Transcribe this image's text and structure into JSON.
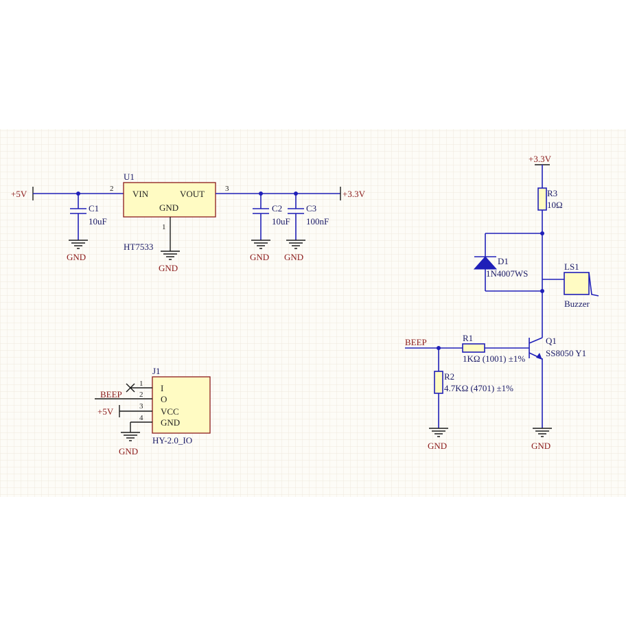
{
  "colors": {
    "wire": "#1f1fb8",
    "power_label": "#8b1a1a",
    "designator": "#1a1a66",
    "component_body": "#fffbc3",
    "grid": "#f0ebe0",
    "sheet": "#fdfcf7"
  },
  "regulator": {
    "designator": "U1",
    "part": "HT7533",
    "pin_vin": "VIN",
    "pin_vout": "VOUT",
    "pin_gnd": "GND",
    "pin_num_vin": "2",
    "pin_num_vout": "3",
    "pin_num_gnd": "1",
    "input_net": "+5V",
    "output_net": "+3.3V"
  },
  "capacitors": [
    {
      "designator": "C1",
      "value": "10uF"
    },
    {
      "designator": "C2",
      "value": "10uF"
    },
    {
      "designator": "C3",
      "value": "100nF"
    }
  ],
  "ground_label": "GND",
  "connector": {
    "designator": "J1",
    "part": "HY-2.0_IO",
    "pins": [
      {
        "num": "1",
        "name": "I",
        "net": ""
      },
      {
        "num": "2",
        "name": "O",
        "net": "BEEP"
      },
      {
        "num": "3",
        "name": "VCC",
        "net": "+5V"
      },
      {
        "num": "4",
        "name": "GND",
        "net": ""
      }
    ]
  },
  "buzzer_circuit": {
    "supply_net": "+3.3V",
    "input_net": "BEEP",
    "r3": {
      "designator": "R3",
      "value": "10Ω"
    },
    "d1": {
      "designator": "D1",
      "value": "1N4007WS"
    },
    "ls1": {
      "designator": "LS1",
      "value": "Buzzer"
    },
    "r1": {
      "designator": "R1",
      "value": "1KΩ (1001) ±1%"
    },
    "r2": {
      "designator": "R2",
      "value": "4.7KΩ (4701) ±1%"
    },
    "q1": {
      "designator": "Q1",
      "value": "SS8050 Y1"
    }
  }
}
